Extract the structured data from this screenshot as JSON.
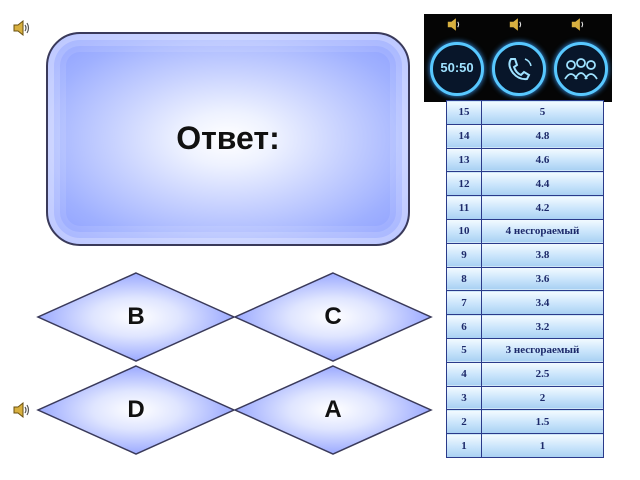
{
  "answer_box": {
    "title": "Ответ:"
  },
  "lifelines": [
    {
      "name": "fifty-fifty",
      "text": "50:50",
      "icon": "fifty-fifty-icon"
    },
    {
      "name": "phone-a-friend",
      "text": "",
      "icon": "phone-icon"
    },
    {
      "name": "ask-the-audience",
      "text": "",
      "icon": "audience-icon"
    }
  ],
  "ladder": [
    {
      "level": "15",
      "prize": "5"
    },
    {
      "level": "14",
      "prize": "4.8"
    },
    {
      "level": "13",
      "prize": "4.6"
    },
    {
      "level": "12",
      "prize": "4.4"
    },
    {
      "level": "11",
      "prize": "4.2"
    },
    {
      "level": "10",
      "prize": "4 несгораемый"
    },
    {
      "level": "9",
      "prize": "3.8"
    },
    {
      "level": "8",
      "prize": "3.6"
    },
    {
      "level": "7",
      "prize": "3.4"
    },
    {
      "level": "6",
      "prize": "3.2"
    },
    {
      "level": "5",
      "prize": "3 несгораемый"
    },
    {
      "level": "4",
      "prize": "2.5"
    },
    {
      "level": "3",
      "prize": "2"
    },
    {
      "level": "2",
      "prize": "1.5"
    },
    {
      "level": "1",
      "prize": "1"
    }
  ],
  "answers": {
    "b": "B",
    "c": "C",
    "d": "D",
    "a": "A"
  },
  "colors": {
    "diamond_fill": "#aebcff",
    "diamond_border": "#3a3a5a",
    "lifeline_ring": "#58c8ff",
    "ladder_border": "#2a3a8a"
  }
}
